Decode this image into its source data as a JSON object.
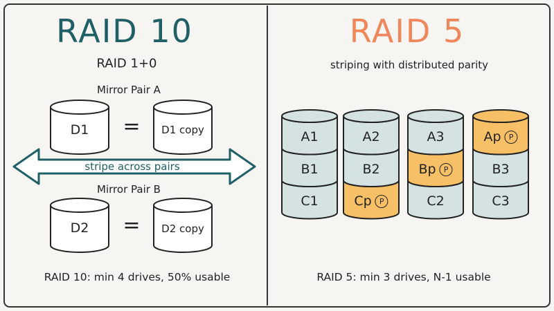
{
  "left": {
    "title": "RAID 10",
    "subtitle": "RAID 1+0",
    "pair_a_label": "Mirror Pair A",
    "pair_b_label": "Mirror Pair B",
    "pair_a": {
      "disk": "D1",
      "copy": "D1 copy"
    },
    "pair_b": {
      "disk": "D2",
      "copy": "D2 copy"
    },
    "equals": "=",
    "stripe_label": "stripe across pairs",
    "footer": "RAID 10: min 4 drives, 50% usable"
  },
  "right": {
    "title": "RAID 5",
    "subtitle": "striping with distributed parity",
    "parity_symbol": "P",
    "drives": [
      {
        "blocks": [
          {
            "label": "A1",
            "parity": false
          },
          {
            "label": "B1",
            "parity": false
          },
          {
            "label": "C1",
            "parity": false
          }
        ]
      },
      {
        "blocks": [
          {
            "label": "A2",
            "parity": false
          },
          {
            "label": "B2",
            "parity": false
          },
          {
            "label": "Cp",
            "parity": true
          }
        ]
      },
      {
        "blocks": [
          {
            "label": "A3",
            "parity": false
          },
          {
            "label": "Bp",
            "parity": true
          },
          {
            "label": "C2",
            "parity": false
          }
        ]
      },
      {
        "blocks": [
          {
            "label": "Ap",
            "parity": true
          },
          {
            "label": "B3",
            "parity": false
          },
          {
            "label": "C3",
            "parity": false
          }
        ]
      }
    ],
    "footer": "RAID 5: min 3 drives, N-1 usable"
  },
  "colors": {
    "raid10_title": "#1f5f66",
    "raid5_title": "#f0875a",
    "data_block": "#d4e3e2",
    "parity_block": "#f7c067",
    "arrow_outline": "#1f5f66",
    "arrow_fill": "#ffffff"
  }
}
